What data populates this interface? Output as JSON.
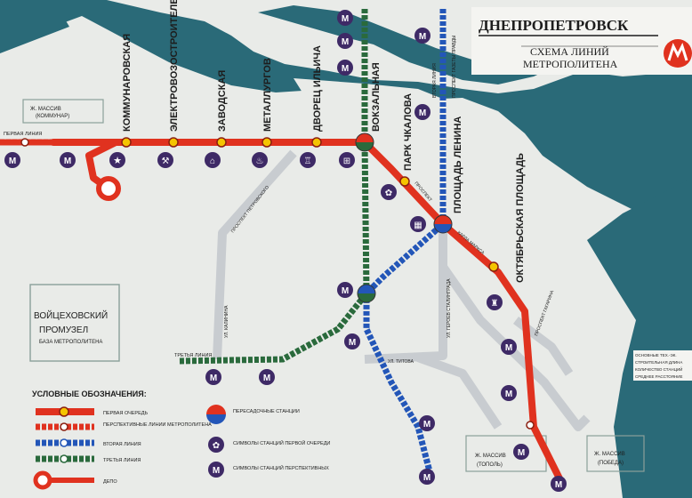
{
  "title": {
    "city": "ДНЕПРОПЕТРОВСК",
    "subtitle_1": "СХЕМА  ЛИНИЙ",
    "subtitle_2": "МЕТРОПОЛИТЕНА"
  },
  "colors": {
    "water": "#2a6a78",
    "land": "#e9ebe8",
    "red_line": "#e0321f",
    "blue_line": "#2356b8",
    "green_line": "#2a6a3c",
    "grey_line": "#c8ccd0",
    "station_yellow": "#f5c400",
    "emblem_purple": "#3e2a66"
  },
  "stations_red": [
    {
      "label": "КОММУНАРОВСКАЯ"
    },
    {
      "label": "ЭЛЕКТРОВОЗОСТРОИТЕЛЕЙ"
    },
    {
      "label": "ЗАВОДСКАЯ"
    },
    {
      "label": "МЕТАЛЛУРГОВ"
    },
    {
      "label": "ДВОРЕЦ ИЛЬИЧА"
    },
    {
      "label": "ВОКЗАЛЬНАЯ"
    },
    {
      "label": "ПАРК ЧКАЛОВА"
    },
    {
      "label": "ПЛОЩАДЬ ЛЕНИНА"
    },
    {
      "label": "ОКТЯБРЬСКАЯ ПЛОЩАДЬ"
    }
  ],
  "map_labels": {
    "first_line": "ПЕРВАЯ ЛИНИЯ",
    "third_line": "ТРЕТЬЯ ЛИНИЯ",
    "second_line": "ВТОРАЯ ЛИНИЯ",
    "massiv_kommunar_1": "Ж. МАССИВ",
    "massiv_kommunar_2": "(КОММУНАР)",
    "massiv_topol_1": "Ж. МАССИВ",
    "massiv_topol_2": "(ТОПОЛЬ)",
    "massiv_pobeda_1": "Ж. МАССИВ",
    "massiv_pobeda_2": "(ПОБЕДА)",
    "depot_1": "ВОЙЦЕХОВСКИЙ",
    "depot_2": "ПРОМУЗЕЛ",
    "depot_3": "БАЗА  МЕТРОПОЛИТЕНА",
    "street_petrovsky": "ПРОСПЕКТ ПЕТРОВСКОГО",
    "street_kirova": "ПРОСПЕКТ",
    "street_marksa": "КАРЛА МАРКСА",
    "street_gagarina": "ПРОСПЕКТ ГАГАРИНА",
    "street_titova": "УЛ. ТИТОВА",
    "street_stalingrada": "УЛ. ГЕРОЕВ СТАЛИНГРАДА",
    "street_kalinina": "УЛ. КАЛИНИНА",
    "street_gazety": "ПРОСПЕКТ ГАЗЕТЫ ПРАВДЫ"
  },
  "info_box": [
    "ОСНОВНЫЕ ТЕХ.-ЭК.",
    "СТРОИТЕЛЬНАЯ ДЛИНА",
    "КОЛИЧЕСТВО СТАНЦИЙ",
    "СРЕДНЕЕ РАССТОЯНИЕ"
  ],
  "legend": {
    "title": "УСЛОВНЫЕ  ОБОЗНАЧЕНИЯ:",
    "items": [
      "ПЕРВАЯ  ОЧЕРЕДЬ",
      "ПЕРСПЕКТИВНЫЕ ЛИНИИ МЕТРОПОЛИТЕНА",
      "ВТОРАЯ  ЛИНИЯ",
      "ТРЕТЬЯ  ЛИНИЯ",
      "ДЕПО"
    ],
    "items_right": [
      "ПЕРЕСАДОЧНЫЕ СТАНЦИИ",
      "СИМВОЛЫ СТАНЦИЙ ПЕРВОЙ ОЧЕРЕДИ",
      "СИМВОЛЫ СТАНЦИЙ ПЕРСПЕКТИВНЫХ"
    ]
  },
  "metro_symbol": "М"
}
